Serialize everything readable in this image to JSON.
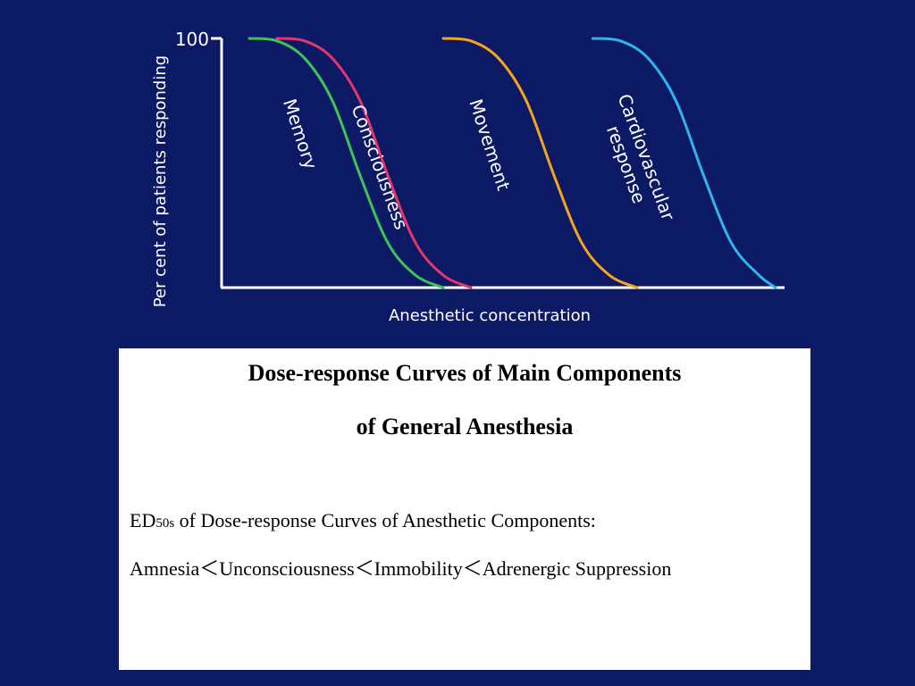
{
  "chart_data": {
    "type": "line",
    "title": "",
    "xlabel": "Anesthetic concentration",
    "ylabel": "Per cent of patients responding",
    "y_tick_labels": [
      "100"
    ],
    "ylim": [
      0,
      100
    ],
    "xlim": [
      0,
      100
    ],
    "grid": false,
    "legend": "none",
    "series": [
      {
        "name": "Memory",
        "label_lines": [
          "Memory"
        ],
        "color": "#3fc25a",
        "x": [
          5,
          10,
          15,
          20,
          25,
          30,
          35,
          40
        ],
        "y": [
          100,
          99,
          92,
          75,
          45,
          18,
          5,
          0
        ]
      },
      {
        "name": "Consciousness",
        "label_lines": [
          "Consciousness"
        ],
        "color": "#e5356f",
        "x": [
          10,
          15,
          20,
          25,
          30,
          35,
          40,
          45
        ],
        "y": [
          100,
          99,
          92,
          75,
          45,
          18,
          5,
          0
        ]
      },
      {
        "name": "Movement",
        "label_lines": [
          "Movement"
        ],
        "color": "#f3a51c",
        "x": [
          40,
          45,
          50,
          55,
          60,
          65,
          70,
          75
        ],
        "y": [
          100,
          99,
          92,
          75,
          45,
          18,
          5,
          0
        ]
      },
      {
        "name": "Cardiovascular response",
        "label_lines": [
          "Cardiovascular",
          "response"
        ],
        "color": "#2fb4f0",
        "x": [
          67,
          72,
          77,
          82,
          87,
          92,
          97,
          100
        ],
        "y": [
          100,
          99,
          92,
          75,
          45,
          18,
          5,
          0
        ]
      }
    ]
  },
  "caption": {
    "title_line1": "Dose-response Curves of Main Components",
    "title_line2": "of General Anesthesia",
    "ed_prefix": "ED",
    "ed_sub": "50s",
    "ed_suffix": " of Dose-response Curves of Anesthetic Components:",
    "order_text": "Amnesia＜Unconsciousness＜Immobility＜Adrenergic Suppression"
  },
  "colors": {
    "background": "#0c1a66",
    "axis": "#ffffff",
    "caption_background": "#ffffff"
  }
}
